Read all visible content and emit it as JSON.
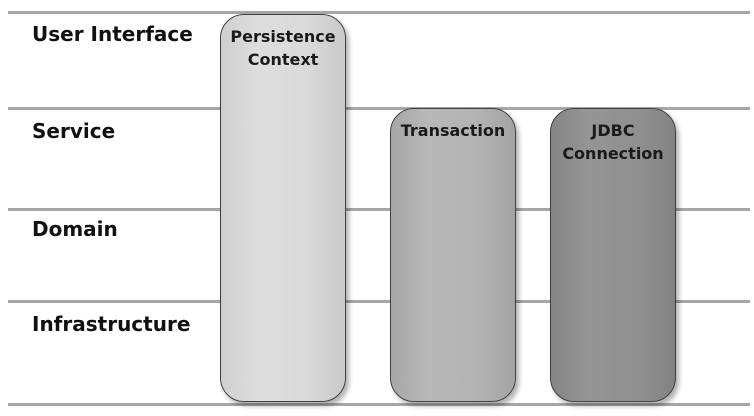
{
  "layers": [
    {
      "label": "User Interface"
    },
    {
      "label": "Service"
    },
    {
      "label": "Domain"
    },
    {
      "label": "Infrastructure"
    }
  ],
  "boxes": {
    "persistence_context": {
      "line1": "Persistence",
      "line2": "Context"
    },
    "transaction": {
      "line1": "Transaction"
    },
    "jdbc_connection": {
      "line1": "JDBC",
      "line2": "Connection"
    }
  },
  "colors": {
    "rule": "#a6a6a6",
    "persistence_context_fill": "#d9d9d9",
    "transaction_fill": "#b3b3b3",
    "jdbc_connection_fill": "#909090",
    "box_border": "#404040"
  }
}
